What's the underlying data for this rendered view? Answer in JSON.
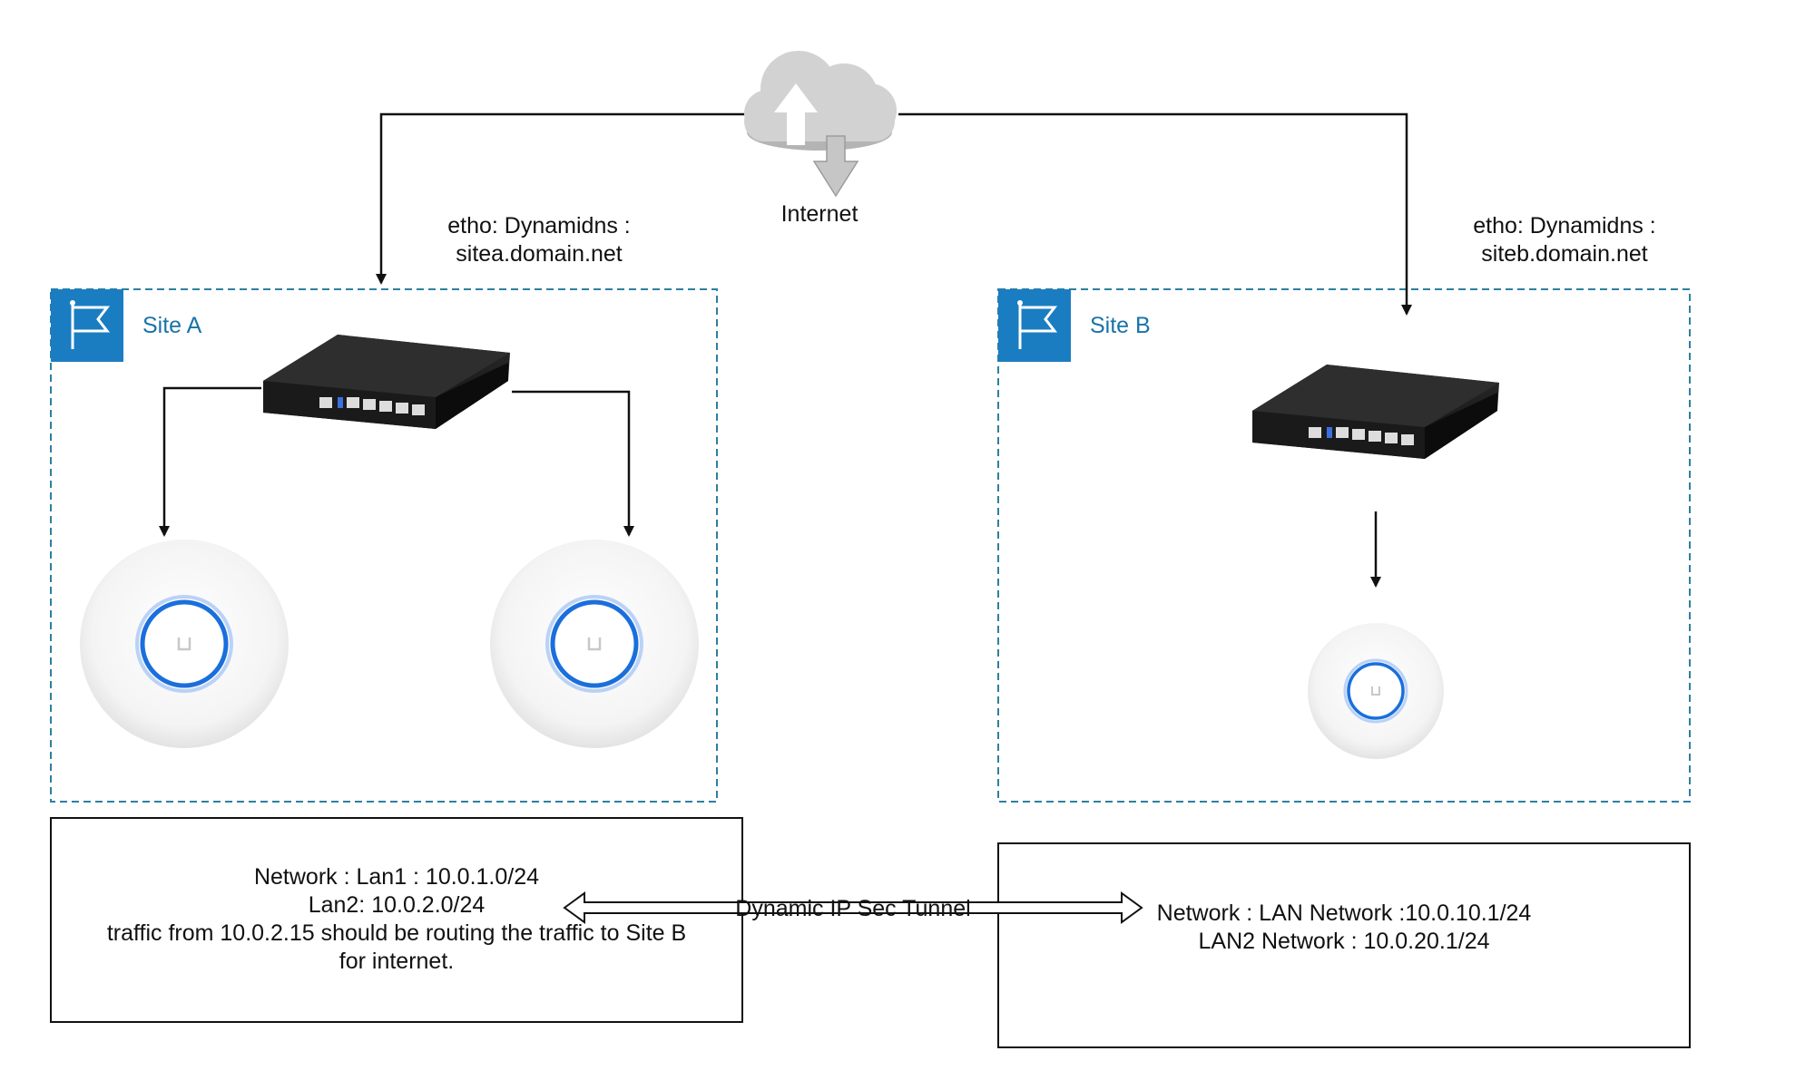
{
  "cloud": {
    "label": "Internet",
    "icon": "cloud-upload-download-icon"
  },
  "site_a": {
    "title": "Site A",
    "dns_line1": "etho: Dynamidns :",
    "dns_line2": "sitea.domain.net",
    "info": [
      "Network :  Lan1 : 10.0.1.0/24",
      "Lan2: 10.0.2.0/24",
      "traffic from 10.0.2.15  should be routing the traffic to Site B",
      "for internet."
    ]
  },
  "site_b": {
    "title": "Site B",
    "dns_line1": "etho: Dynamidns :",
    "dns_line2": "siteb.domain.net",
    "info": [
      "Network : LAN Network :10.0.10.1/24",
      "LAN2 Network : 10.0.20.1/24"
    ]
  },
  "tunnel": {
    "label": "Dynamic IP Sec Tunnel"
  },
  "colors": {
    "accent": "#1b7dc1",
    "dashed_border": "#2e7fa0",
    "ap_ring": "#1a6fdc"
  }
}
